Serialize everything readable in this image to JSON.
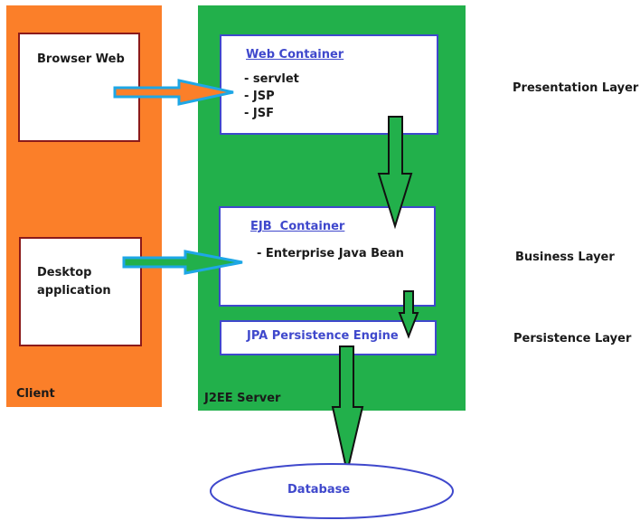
{
  "client": {
    "label": "Client",
    "browser": "Browser Web",
    "desktop_line1": "Desktop",
    "desktop_line2": "application"
  },
  "server": {
    "label": "J2EE Server",
    "web_container": {
      "title": "Web Container",
      "items": [
        "- servlet",
        "- JSP",
        "- JSF"
      ]
    },
    "ejb_container": {
      "title": "EJB  Container",
      "items": [
        "- Enterprise Java Bean"
      ]
    },
    "jpa": {
      "title": "JPA Persistence Engine"
    }
  },
  "database": {
    "label": "Database"
  },
  "layers": {
    "presentation": "Presentation Layer",
    "business": "Business Layer",
    "persistence": "Persistence Layer"
  },
  "colors": {
    "client_bg": "#fb7f29",
    "server_bg": "#22b04b",
    "container_border": "#3f48cc",
    "client_box_border": "#8b1a1a",
    "arrow_blue": "#1ea7e6",
    "arrow_green": "#22b04b"
  }
}
